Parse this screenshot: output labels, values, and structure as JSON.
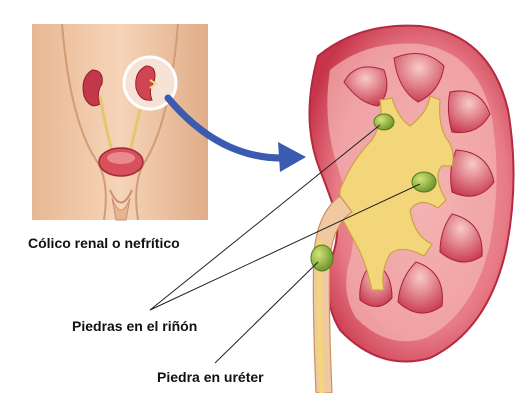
{
  "labels": {
    "colico": "Cólico renal o nefrítico",
    "rinon_stones": "Piedras en el riñón",
    "ureter_stone": "Piedra en uréter"
  },
  "colors": {
    "skin": "#f1c9a8",
    "skin_shadow": "#d9a37f",
    "kidney_red": "#d1394e",
    "kidney_pink": "#f0a0a6",
    "capsule": "#f6c9b8",
    "pelvis": "#f4d67a",
    "stone": "#8fb43a",
    "arrow": "#3b5bb0"
  }
}
